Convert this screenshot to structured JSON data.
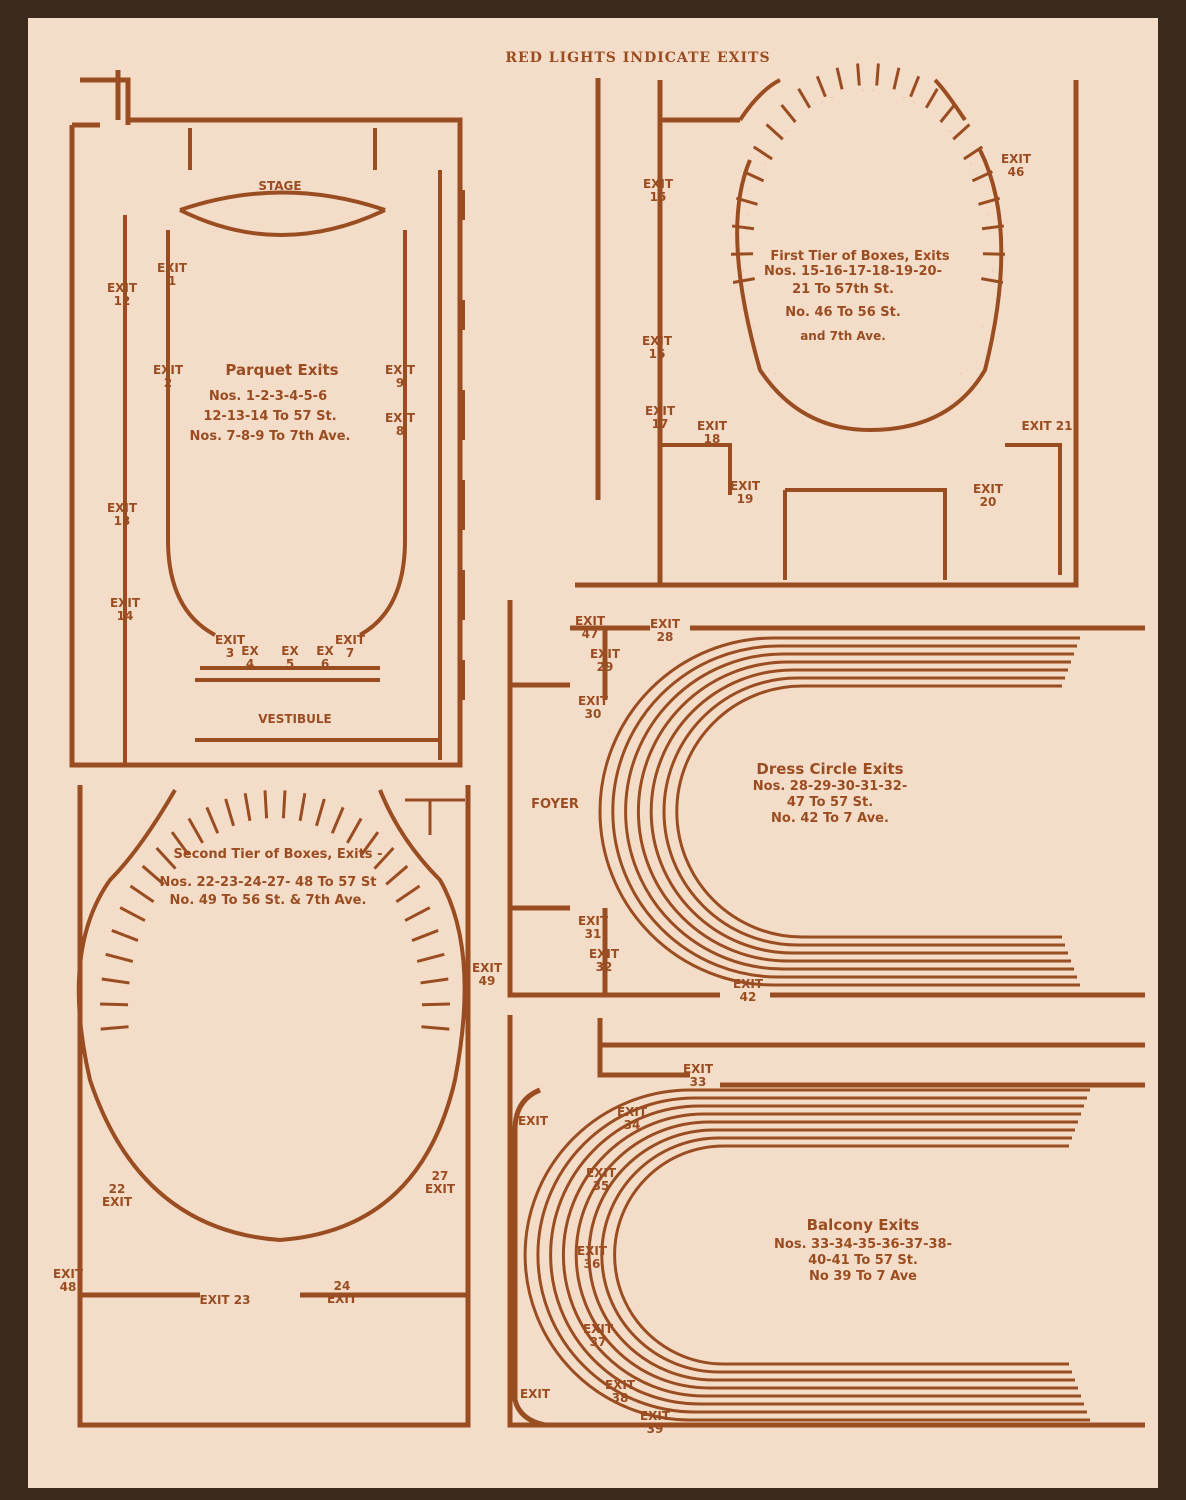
{
  "title": "RED LIGHTS INDICATE EXITS",
  "colors": {
    "ink": "#9b4d22",
    "paper": "#f3dcc8"
  },
  "parquet": {
    "stage": "STAGE",
    "vestibule": "VESTIBULE",
    "heading": "Parquet Exits",
    "lines": [
      "Nos. 1-2-3-4-5-6",
      "12-13-14 To 57 St.",
      "Nos. 7-8-9 To 7th Ave."
    ],
    "exits": [
      [
        "EXIT",
        "1"
      ],
      [
        "EXIT",
        "12"
      ],
      [
        "EXIT",
        "2"
      ],
      [
        "EXIT",
        "9"
      ],
      [
        "EXIT",
        "8"
      ],
      [
        "EXIT",
        "13"
      ],
      [
        "EXIT",
        "14"
      ],
      [
        "EXIT",
        "3"
      ],
      [
        "EX",
        "4"
      ],
      [
        "EX",
        "5"
      ],
      [
        "EX",
        "6"
      ],
      [
        "EXIT",
        "7"
      ]
    ]
  },
  "first_tier": {
    "heading": "First Tier of Boxes, Exits",
    "lines": [
      "Nos. 15-16-17-18-19-20-",
      "21 To 57th St.",
      "No. 46 To 56 St.",
      "and 7th Ave."
    ],
    "exits": [
      [
        "EXIT",
        "15"
      ],
      [
        "EXIT",
        "16"
      ],
      [
        "EXIT",
        "17"
      ],
      [
        "EXIT",
        "18"
      ],
      [
        "EXIT",
        "19"
      ],
      [
        "EXIT",
        "46"
      ],
      [
        "EXIT 21",
        ""
      ],
      [
        "EXIT",
        "20"
      ]
    ]
  },
  "dress_circle": {
    "foyer": "FOYER",
    "heading": "Dress Circle Exits",
    "lines": [
      "Nos. 28-29-30-31-32-",
      "47 To 57 St.",
      "No. 42 To 7 Ave."
    ],
    "exits": [
      [
        "EXIT",
        "47"
      ],
      [
        "EXIT",
        "28"
      ],
      [
        "EXIT",
        "29"
      ],
      [
        "EXIT",
        "30"
      ],
      [
        "EXIT",
        "31"
      ],
      [
        "EXIT",
        "32"
      ],
      [
        "EXIT",
        "42"
      ]
    ]
  },
  "balcony": {
    "heading": "Balcony Exits",
    "lines": [
      "Nos. 33-34-35-36-37-38-",
      "40-41 To 57 St.",
      "No 39 To 7 Ave"
    ],
    "exits": [
      [
        "EXIT",
        "33"
      ],
      [
        "EXIT",
        ""
      ],
      [
        "EXIT",
        "34"
      ],
      [
        "EXIT",
        "35"
      ],
      [
        "EXIT",
        "36"
      ],
      [
        "EXIT",
        "37"
      ],
      [
        "EXIT",
        "38"
      ],
      [
        "EXIT",
        "39"
      ],
      [
        "EXIT",
        ""
      ]
    ]
  },
  "second_tier": {
    "heading": "Second Tier of Boxes, Exits -",
    "lines": [
      "Nos. 22-23-24-27- 48 To 57 St",
      "No. 49 To 56 St. & 7th Ave."
    ],
    "exits": [
      [
        "22",
        "EXIT"
      ],
      [
        "27",
        "EXIT"
      ],
      [
        "EXIT",
        "48"
      ],
      [
        "EXIT 23",
        ""
      ],
      [
        "24",
        "EXIT"
      ],
      [
        "EXIT",
        "49"
      ]
    ]
  }
}
